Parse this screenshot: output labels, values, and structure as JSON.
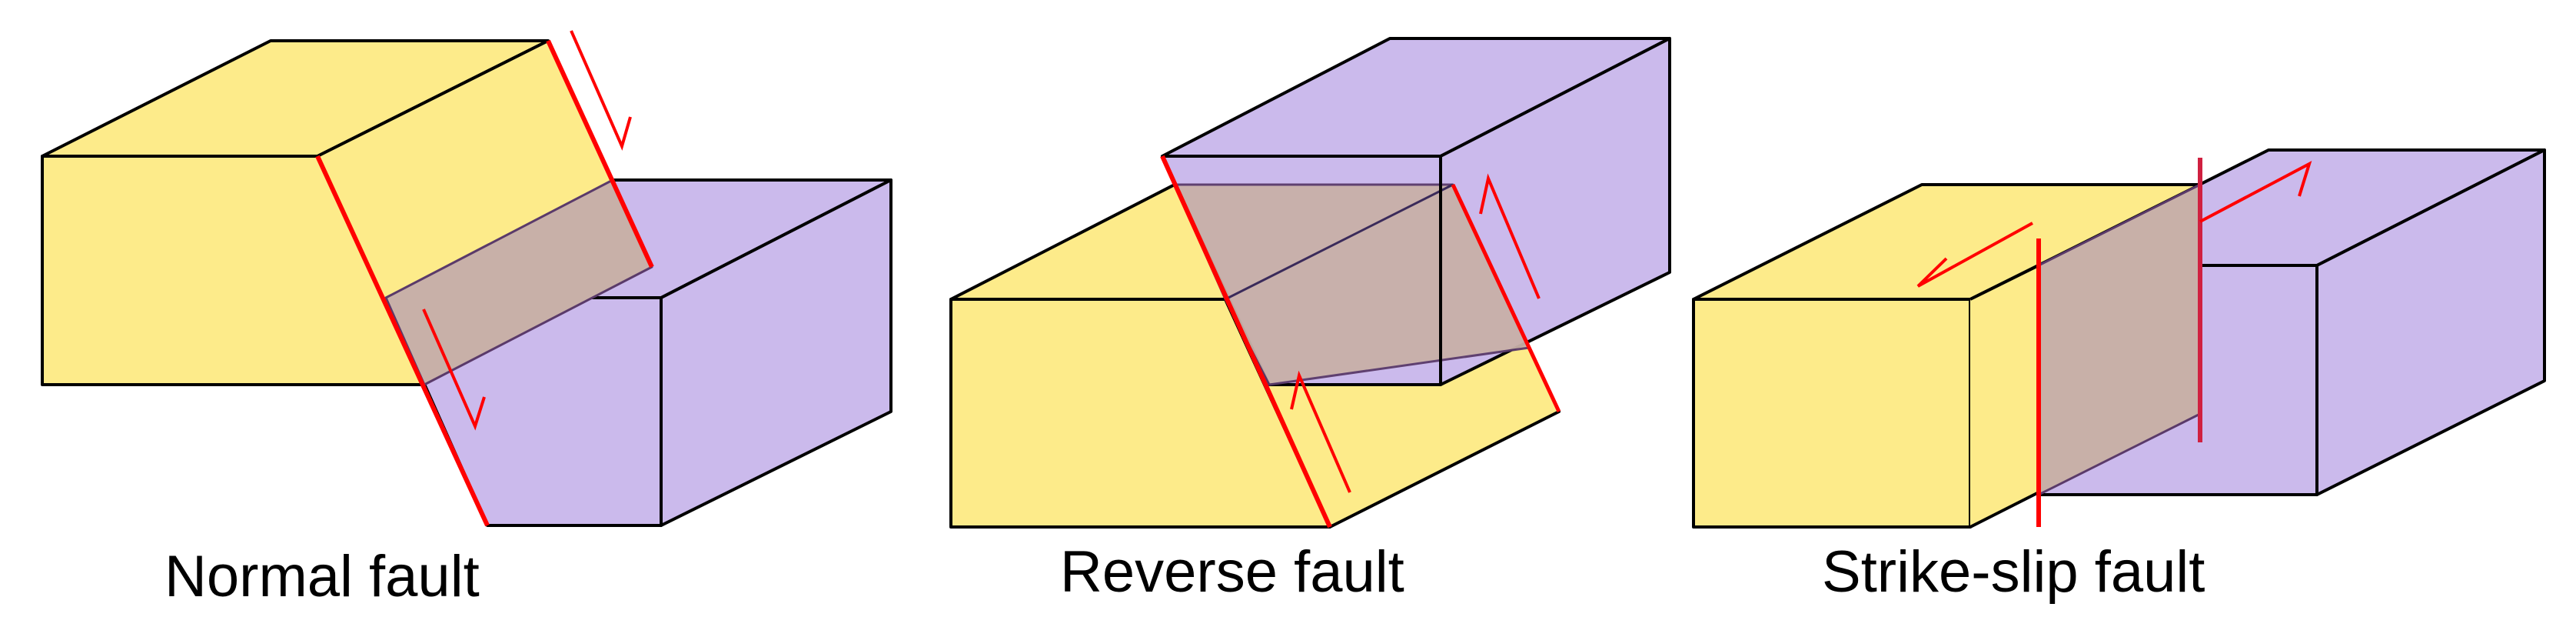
{
  "captions": {
    "normal": "Normal fault",
    "reverse": "Reverse fault",
    "strike_slip": "Strike-slip fault"
  },
  "colors": {
    "hanging_or_left_block": "#FDEB8A",
    "foot_or_right_block": "#CBBAEC",
    "fault_plane": "#C8B0A8",
    "fault_line": "#FF0000",
    "slip_arrow": "#FF0000",
    "edge": "#000000"
  }
}
